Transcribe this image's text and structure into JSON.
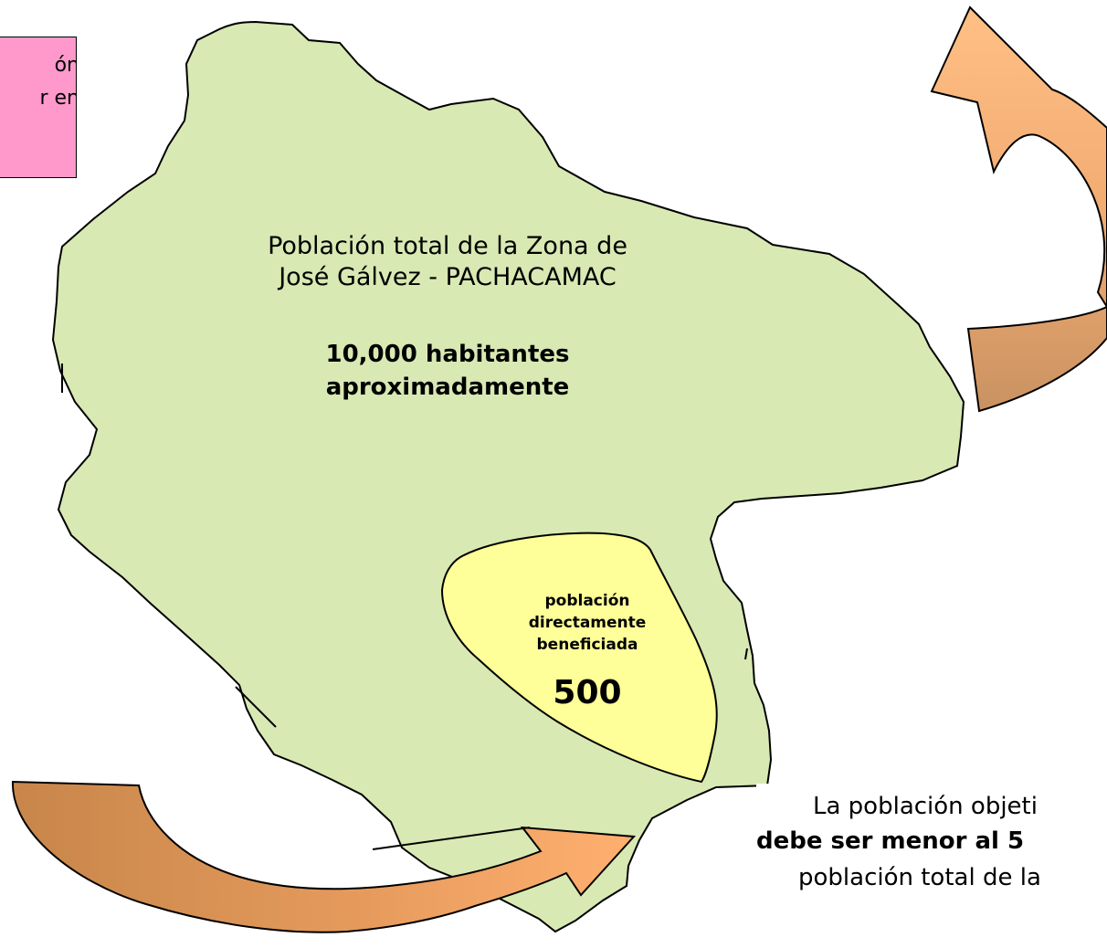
{
  "colors": {
    "territory_fill": "#d8e9b3",
    "beneficiary_fill": "#ffff99",
    "note_fill": "#ff99cc",
    "arrow_light": "#ffbb80",
    "arrow_dark": "#cc8844",
    "outline": "#000000"
  },
  "note": {
    "line1": "ón",
    "line2": "r en"
  },
  "territory": {
    "title_line1": "Población total de la Zona de",
    "title_line2": "José Gálvez - PACHACAMAC",
    "count_line1": "10,000 habitantes",
    "count_line2": "aproximadamente"
  },
  "beneficiary": {
    "line1": "población",
    "line2": "directamente",
    "line3": "beneficiada",
    "value": "500"
  },
  "conclusion": {
    "line1": "La población objeti",
    "line2": "debe ser menor al 5",
    "line3": "población total de la"
  }
}
